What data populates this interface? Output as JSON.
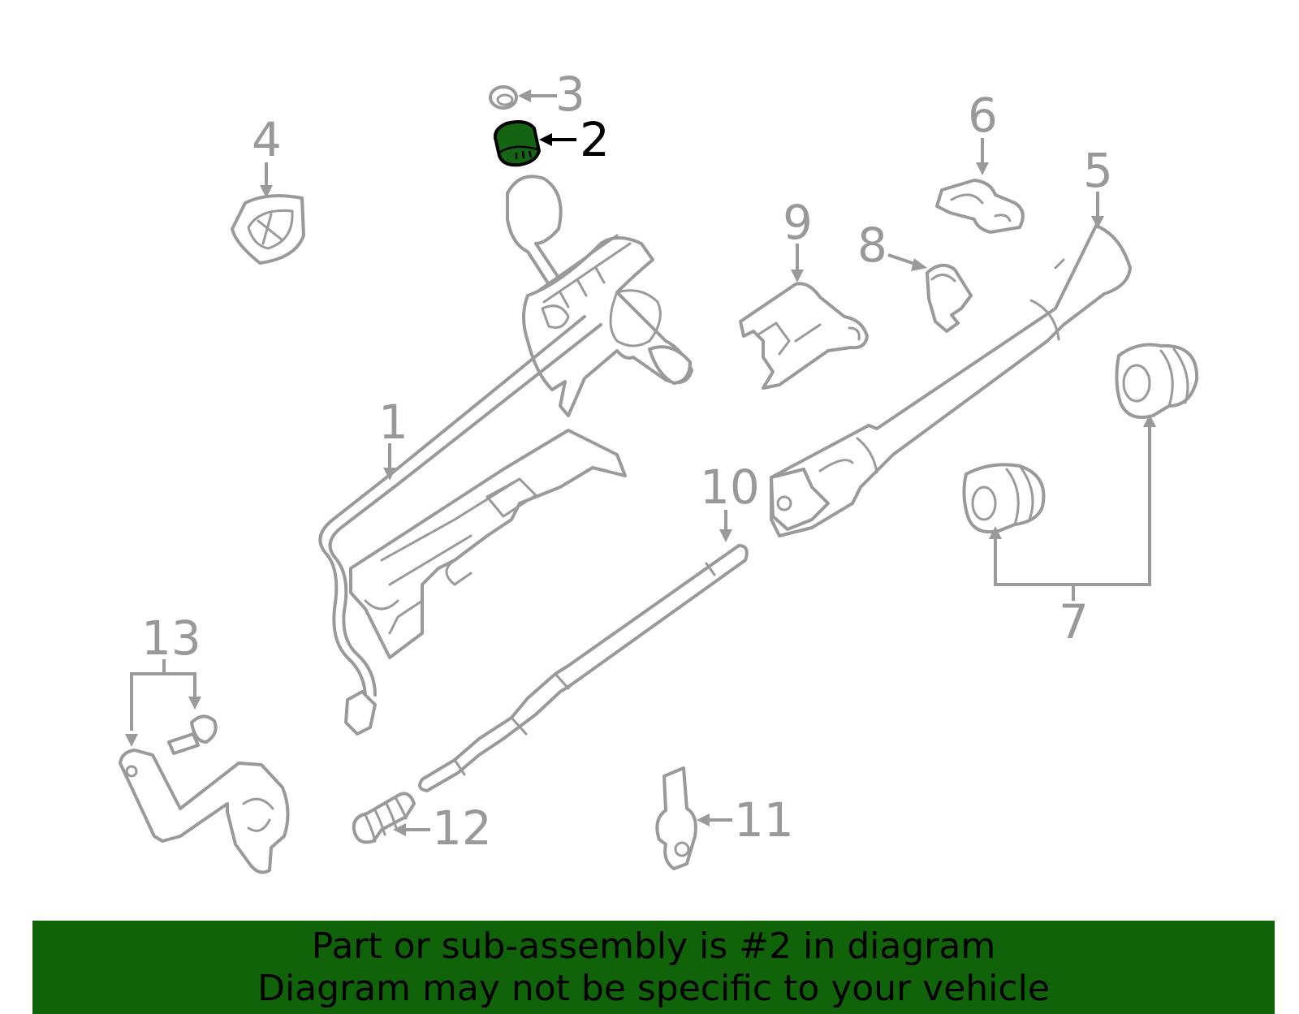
{
  "diagram": {
    "highlight_color": "#156414",
    "callouts": {
      "c1": "1",
      "c2": "2",
      "c3": "3",
      "c4": "4",
      "c5": "5",
      "c6": "6",
      "c7": "7",
      "c8": "8",
      "c9": "9",
      "c10": "10",
      "c11": "11",
      "c12": "12",
      "c13": "13"
    },
    "highlighted_part": "2"
  },
  "banner": {
    "background": "#116309",
    "line1": "Part or sub-assembly is #2 in diagram",
    "line2": "Diagram may not be specific to your vehicle"
  }
}
